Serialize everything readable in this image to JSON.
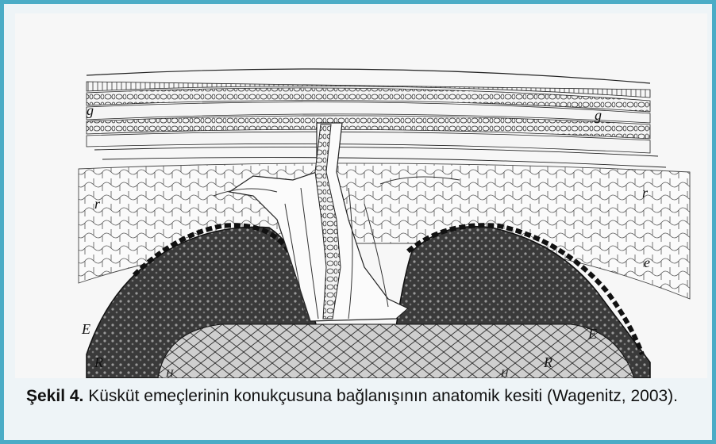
{
  "figure": {
    "labels": {
      "g_left": "g",
      "g_right": "g",
      "r_left": "r",
      "r_right": "r",
      "e": "e",
      "E_left": "E",
      "E_right": "E",
      "R_left": "R",
      "R_right": "R",
      "H_left": "H",
      "H_right": "H"
    }
  },
  "caption": {
    "bold": "Şekil 4.",
    "text": " Küsküt emeçlerinin konukçusuna bağlanışının anatomik kesiti (Wagenitz, 2003)."
  },
  "colors": {
    "border": "#4bacc6",
    "background": "#eef4f7",
    "ink": "#1a1a1a"
  }
}
